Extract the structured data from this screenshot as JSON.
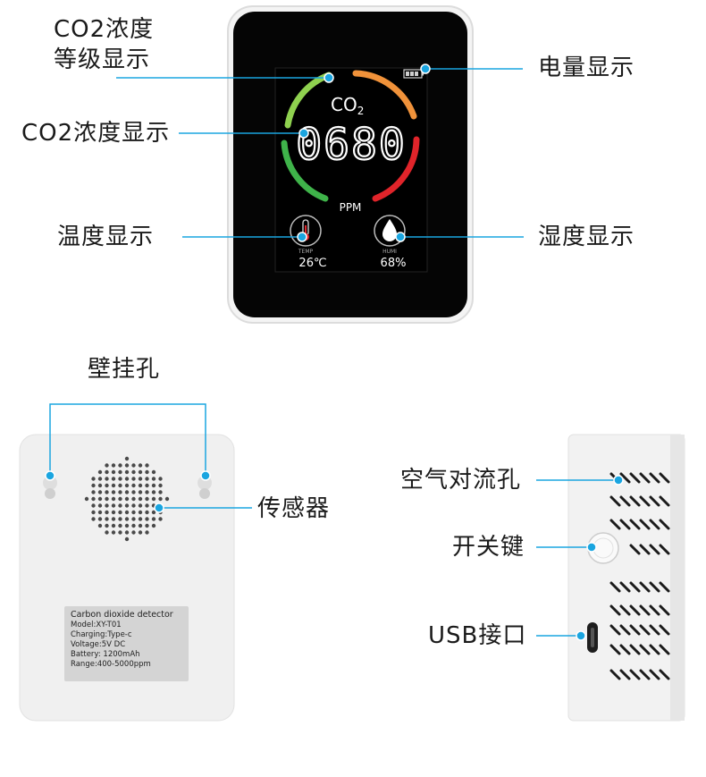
{
  "front": {
    "display": {
      "gas_label": "CO",
      "gas_subscript": "2",
      "reading": "0680",
      "unit": "PPM",
      "temp_caption": "TEMP",
      "temp_value": "26℃",
      "humi_caption": "HUMI",
      "humi_value": "68%"
    },
    "callouts": {
      "level": "CO2浓度\n等级显示",
      "battery": "电量显示",
      "concentration": "CO2浓度显示",
      "temperature": "温度显示",
      "humidity": "湿度显示"
    }
  },
  "back": {
    "callouts": {
      "hanging_holes": "壁挂孔",
      "sensor": "传感器"
    },
    "label_plate": [
      "Carbon dioxide detector",
      "Model:XY-T01",
      "Charging:Type-c",
      "Voltage:5V DC",
      "Battery: 1200mAh",
      "Range:400-5000ppm"
    ]
  },
  "side": {
    "callouts": {
      "vents": "空气对流孔",
      "power_button": "开关键",
      "usb_port": "USB接口"
    }
  },
  "colors": {
    "accent": "#1aa5e0",
    "arc_green": "#8fd14f",
    "arc_orange": "#f0923a",
    "arc_red": "#e0242a",
    "arc_green_dark": "#3fb34a",
    "screen": "#000000"
  }
}
